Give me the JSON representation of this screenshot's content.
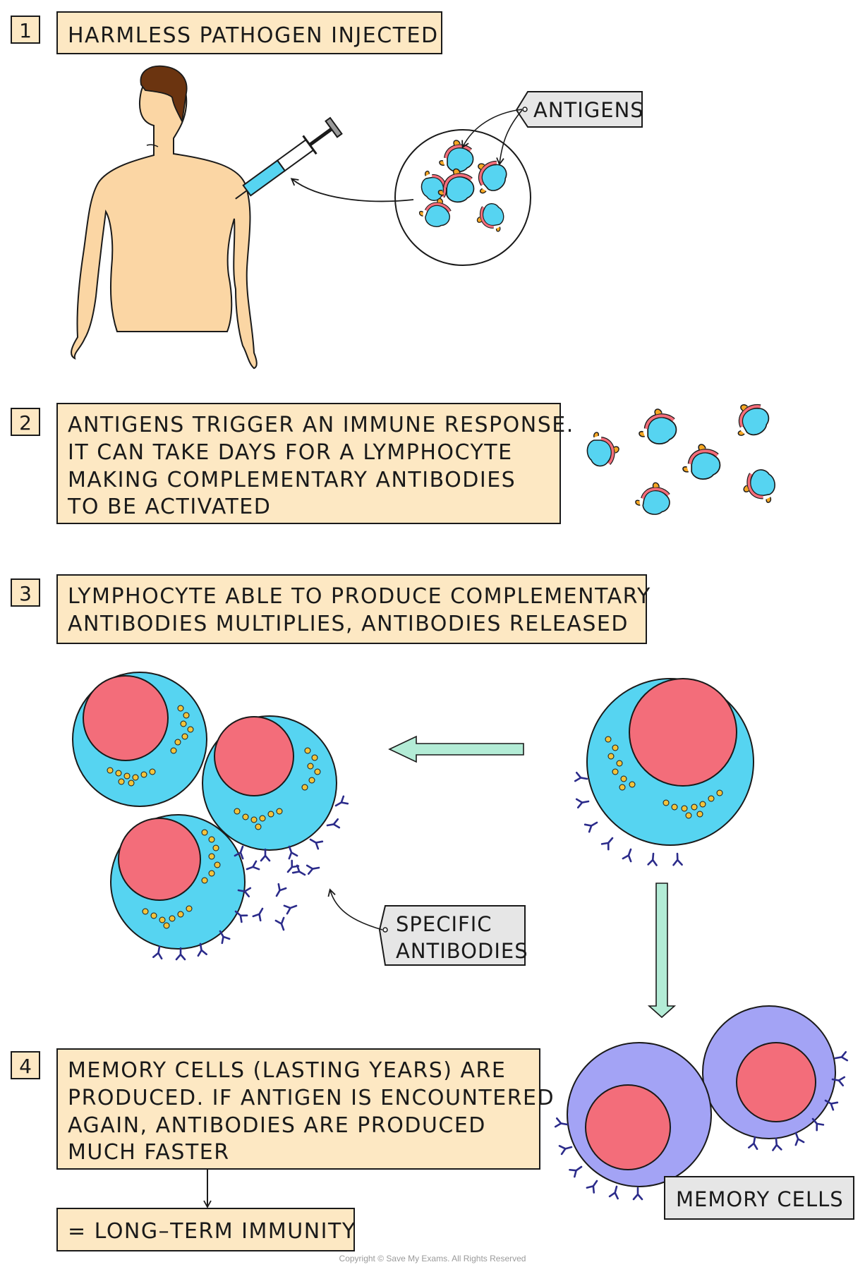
{
  "steps": [
    {
      "number": "1",
      "lines": [
        "HARMLESS  PATHOGEN  INJECTED"
      ]
    },
    {
      "number": "2",
      "lines": [
        "ANTIGENS  TRIGGER  AN  IMMUNE  RESPONSE.",
        "IT  CAN  TAKE  DAYS  FOR  A  LYMPHOCYTE",
        "MAKING  COMPLEMENTARY  ANTIBODIES",
        "TO  BE  ACTIVATED"
      ]
    },
    {
      "number": "3",
      "lines": [
        "LYMPHOCYTE  ABLE  TO  PRODUCE  COMPLEMENTARY",
        "ANTIBODIES  MULTIPLIES, ANTIBODIES  RELEASED"
      ]
    },
    {
      "number": "4",
      "lines": [
        "MEMORY  CELLS  (LASTING  YEARS)  ARE",
        "PRODUCED. IF  ANTIGEN  IS  ENCOUNTERED",
        "AGAIN, ANTIBODIES  ARE  PRODUCED",
        "MUCH  FASTER"
      ]
    }
  ],
  "tags": {
    "antigens": "ANTIGENS",
    "specific_antibodies_1": "SPECIFIC",
    "specific_antibodies_2": "ANTIBODIES",
    "memory_cells": "MEMORY  CELLS"
  },
  "result": "= LONG–TERM  IMMUNITY",
  "copyright": "Copyright © Save My Exams. All Rights Reserved",
  "colors": {
    "box_fill": "#fde8c3",
    "tag_fill": "#e6e6e6",
    "cell_cyan": "#56d4f1",
    "nucleus": "#f36d7a",
    "memory_cell": "#a3a3f5",
    "arrow_green": "#b3ecd6",
    "antibody": "#2b2b8a",
    "granule": "#f2c43c",
    "skin": "#fbd6a4",
    "hair": "#6b3410"
  }
}
